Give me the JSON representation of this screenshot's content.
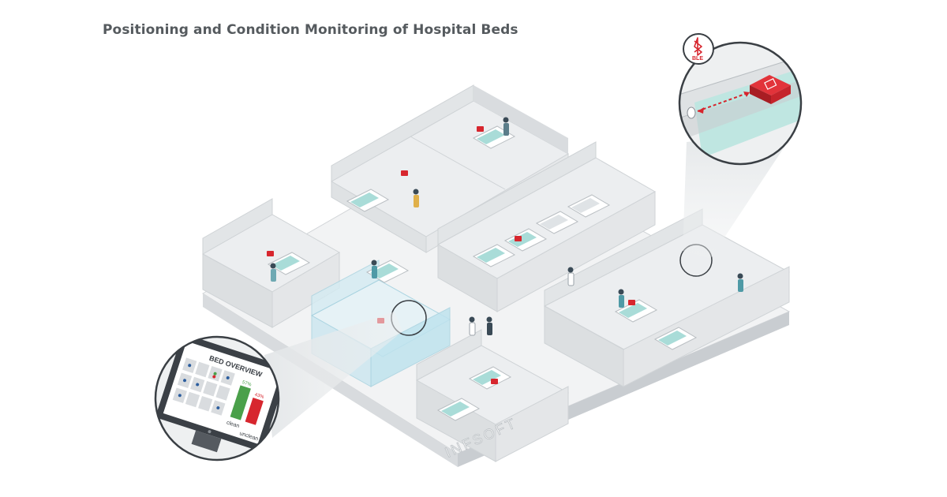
{
  "header": {
    "title": "Positioning and Condition Monitoring of Hospital Beds"
  },
  "monitor": {
    "heading": "BED OVERVIEW",
    "bar_labels": [
      "clean",
      "unclean"
    ],
    "bar_values": [
      "57%",
      "43%"
    ]
  },
  "ble_badge": {
    "label": "BLE",
    "icon": "bluetooth-icon"
  },
  "watermark": "INFSOFT",
  "colors": {
    "accent": "#d7262e",
    "clean": "#4aa04a",
    "unclean": "#d7262e",
    "glass": "#bfe3ee",
    "sheet": "#a9dcd8",
    "floor": "#f1f2f3",
    "wall": "#dcdfe1",
    "text": "#555a5e"
  }
}
